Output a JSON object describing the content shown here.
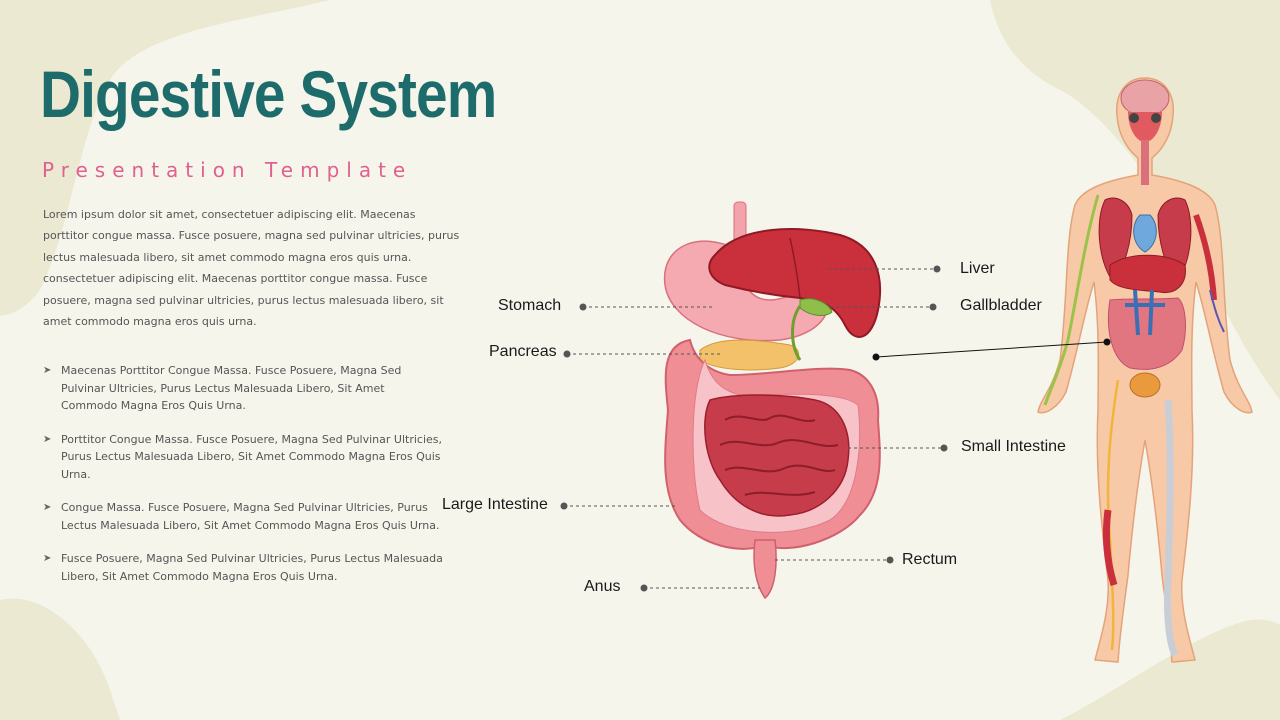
{
  "title": "Digestive System",
  "subtitle": "Presentation Template",
  "intro": "Lorem ipsum dolor sit amet, consectetuer adipiscing elit. Maecenas porttitor congue massa. Fusce posuere, magna sed pulvinar ultricies, purus lectus malesuada libero, sit amet commodo magna eros quis urna. consectetuer adipiscing elit. Maecenas porttitor congue massa. Fusce posuere, magna sed pulvinar ultricies, purus lectus malesuada libero, sit amet commodo magna eros quis urna.",
  "bullets": [
    "Maecenas Porttitor Congue Massa. Fusce Posuere, Magna Sed Pulvinar Ultricies, Purus Lectus Malesuada Libero, Sit Amet Commodo Magna Eros Quis Urna.",
    "Porttitor Congue Massa. Fusce Posuere, Magna Sed Pulvinar Ultricies, Purus Lectus Malesuada Libero, Sit Amet Commodo Magna Eros Quis Urna.",
    "Congue Massa. Fusce Posuere, Magna Sed Pulvinar Ultricies, Purus Lectus Malesuada Libero, Sit Amet Commodo Magna Eros Quis Urna.",
    "Fusce Posuere, Magna Sed Pulvinar Ultricies, Purus Lectus Malesuada Libero, Sit Amet Commodo Magna Eros Quis Urna."
  ],
  "bullet_icon": "arrow-right-icon",
  "labels": {
    "stomach": "Stomach",
    "pancreas": "Pancreas",
    "large_intestine": "Large Intestine",
    "anus": "Anus",
    "liver": "Liver",
    "gallbladder": "Gallbladder",
    "small_intestine": "Small Intestine",
    "rectum": "Rectum"
  },
  "colors": {
    "title": "#1d6b6b",
    "subtitle": "#e0608e",
    "background": "#f6f5ec",
    "blob": "#e9e7cf",
    "liver": "#c9303b",
    "intestine": "#e27680"
  }
}
